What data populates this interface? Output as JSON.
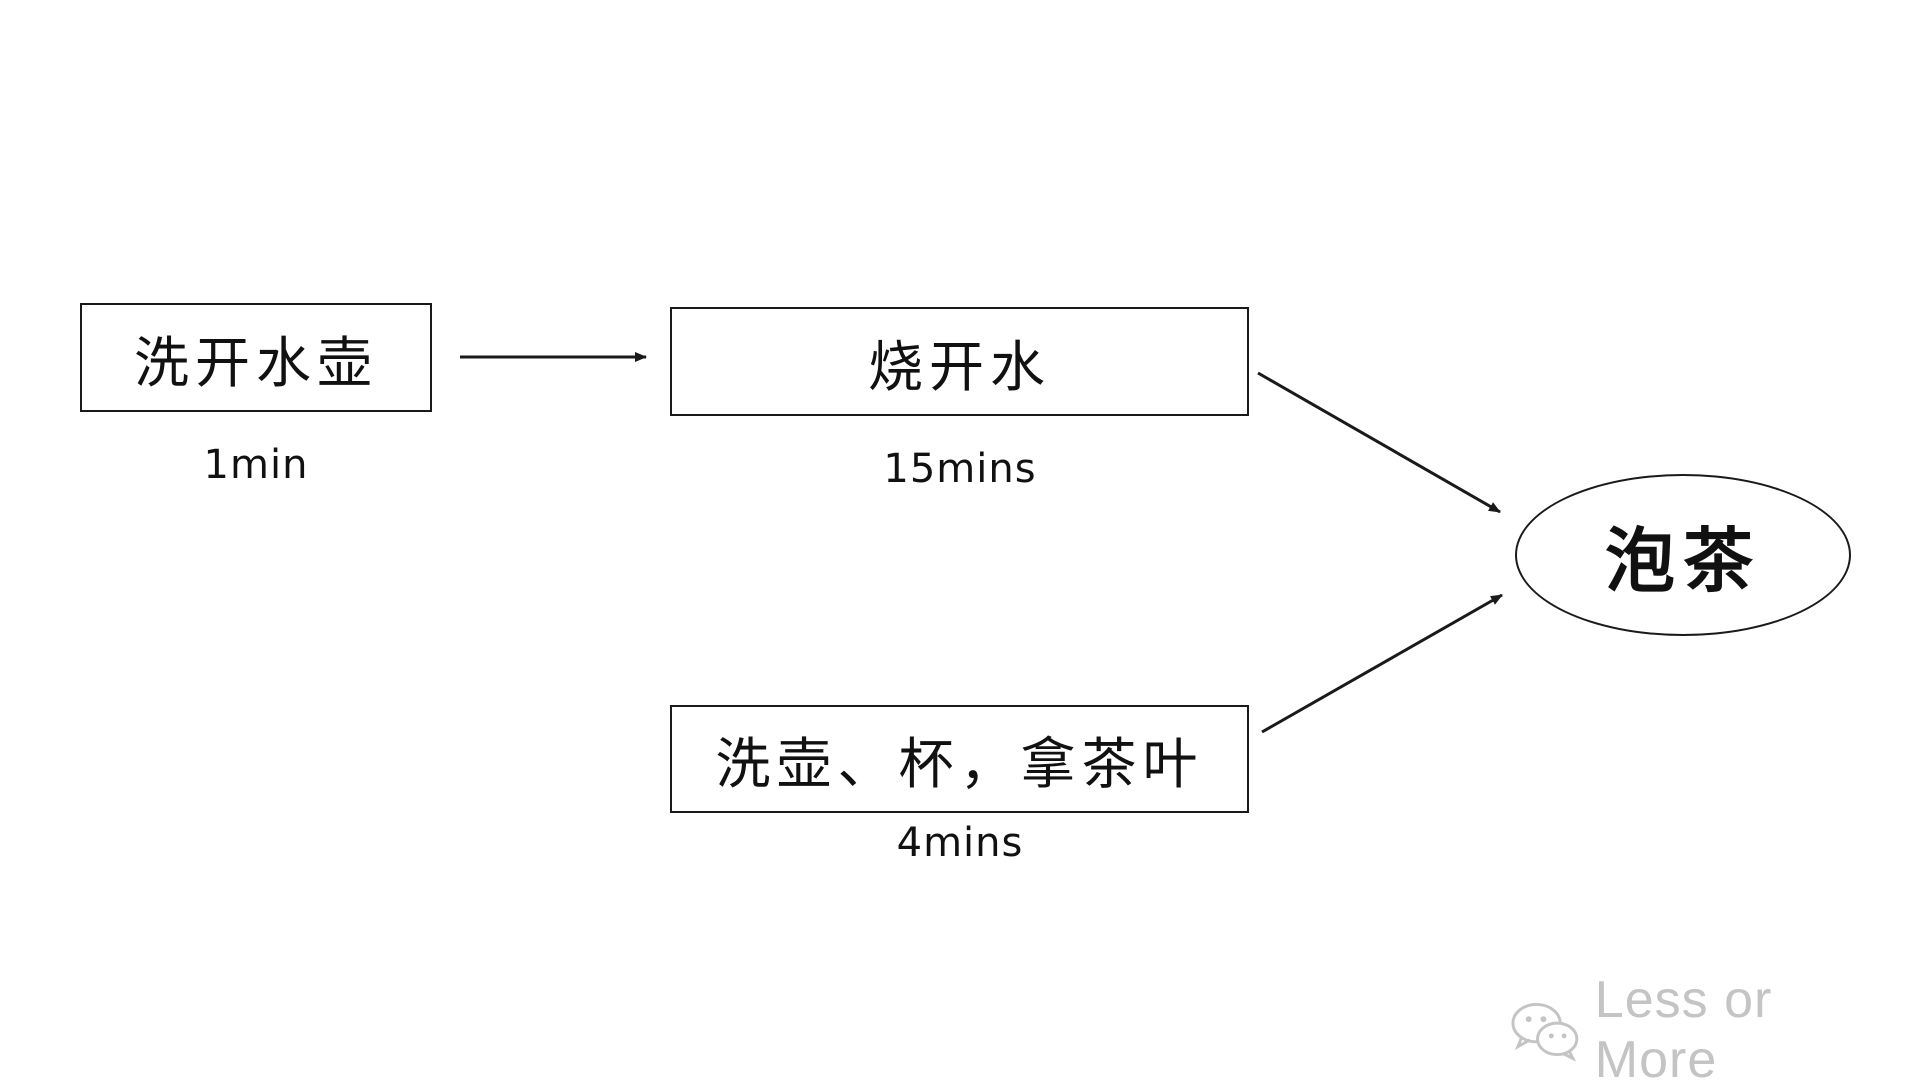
{
  "nodes": {
    "wash_kettle": {
      "label": "洗开水壶",
      "duration": "1min"
    },
    "boil_water": {
      "label": "烧开水",
      "duration": "15mins"
    },
    "wash_cups": {
      "label": "洗壶、杯，拿茶叶",
      "duration": "4mins"
    },
    "make_tea": {
      "label": "泡茶"
    }
  },
  "watermark": {
    "text": "Less or More",
    "icon": "wechat-icon"
  },
  "colors": {
    "stroke": "#1a1a1a",
    "watermark": "#c4c4c4"
  }
}
